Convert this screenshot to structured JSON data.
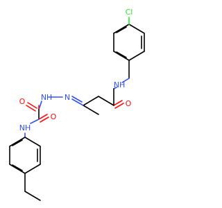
{
  "colors": {
    "carbon": "#000000",
    "nitrogen": "#3050F8",
    "oxygen": "#FF0D0D",
    "chlorine": "#1FF01F",
    "hydrogen": "#3050F8"
  },
  "atoms": {
    "cl": "Cl",
    "nh_amide": "NH",
    "o_amide": "O",
    "n_imine": "N",
    "n_hydrazide": "N",
    "h_hydrazide": "H",
    "o_oxalyl_1": "O",
    "o_oxalyl_2": "O",
    "nh_anilide": "NH"
  }
}
